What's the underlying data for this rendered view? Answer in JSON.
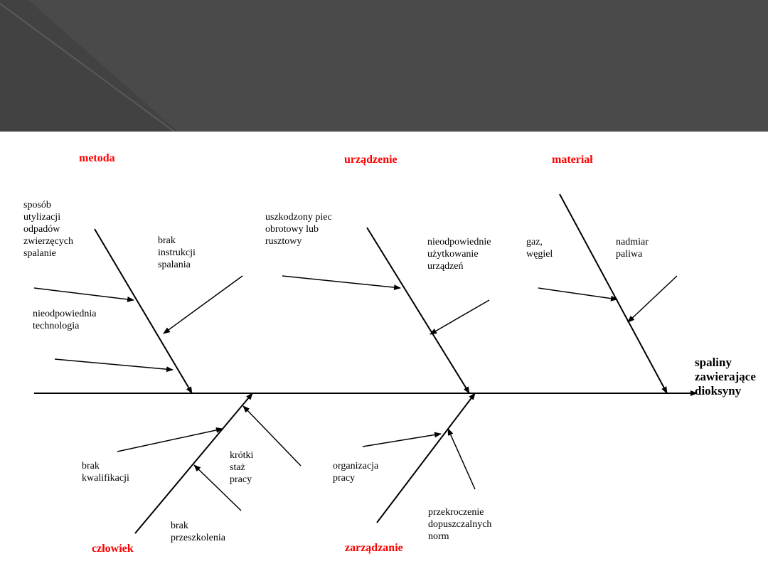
{
  "slide": {
    "header_color": "#4a4a4a",
    "accent_color": "#ff0000"
  },
  "diagram": {
    "effect": "spaliny\nzawierające\ndioksyny",
    "categories": {
      "metoda": "metoda",
      "urzadzenie": "urządzenie",
      "material": "materiał",
      "czlowiek": "człowiek",
      "zarzadzanie": "zarządzanie"
    },
    "causes": {
      "metoda_1": "sposób\nutylizacji\nodpadów\nzwierzęcych\nspalanie",
      "metoda_2": "brak\ninstrukcji\nspalania",
      "metoda_3": "nieodpowiednia\ntechnologia",
      "urzadzenie_1": "uszkodzony piec\nobrotowy lub\nrusztowy",
      "urzadzenie_2": "nieodpowiednie\nużytkowanie\nurządzeń",
      "material_1": "gaz,\nwęgiel",
      "material_2": "nadmiar\npaliwa",
      "czlowiek_1": "brak\nkwalifikacji",
      "czlowiek_2": "krótki\nstaż\npracy",
      "czlowiek_3": "brak\nprzeszkolenia",
      "zarzadzanie_1": "organizacja\npracy",
      "zarzadzanie_2": "przekroczenie\ndopuszczalnych\nnorm"
    }
  }
}
